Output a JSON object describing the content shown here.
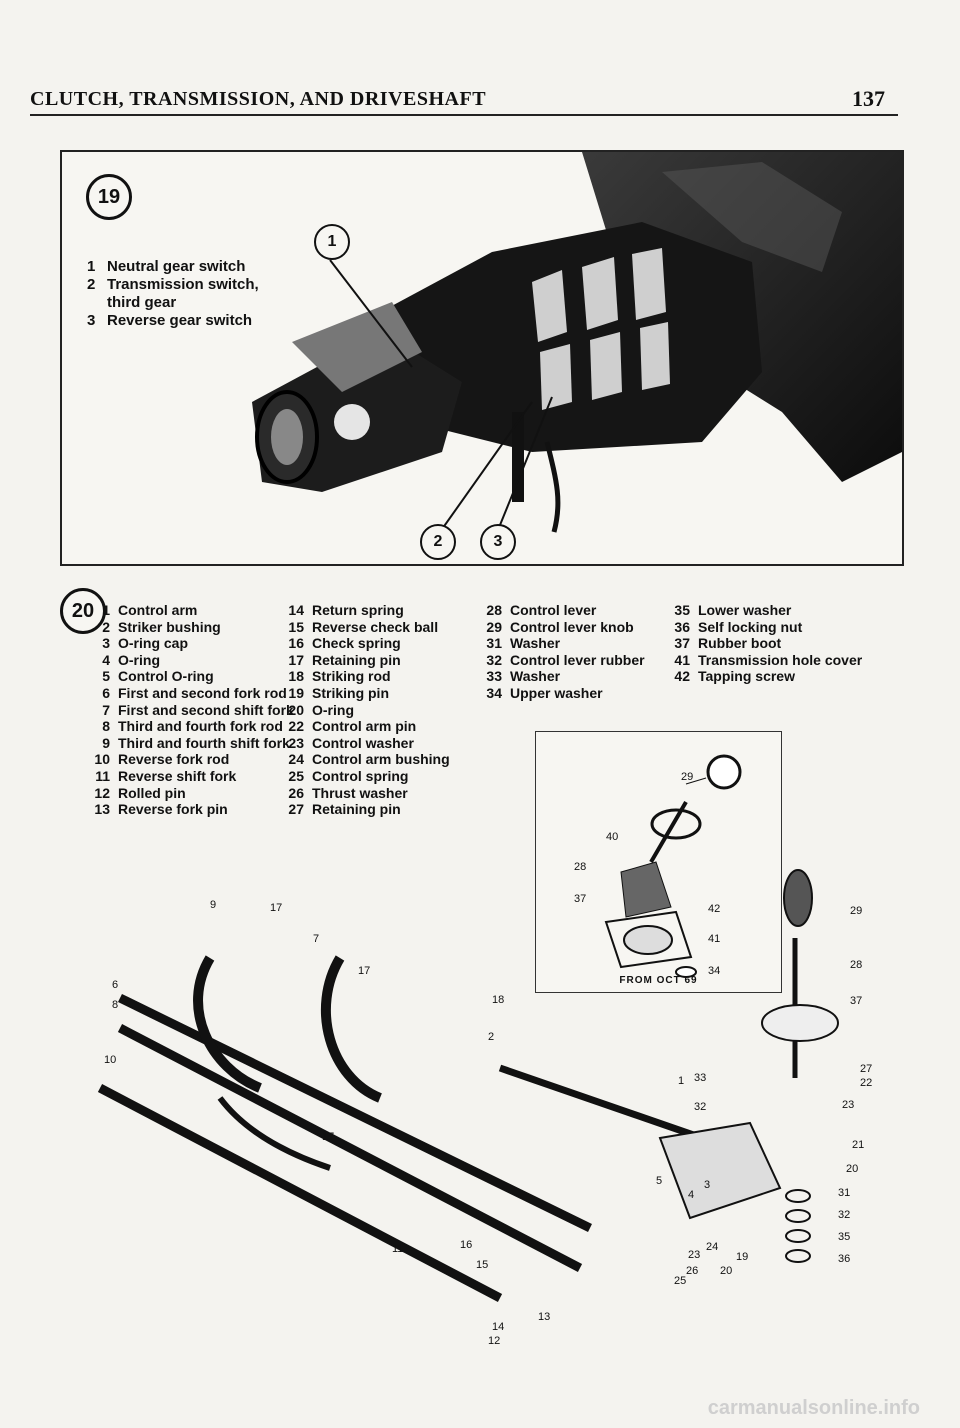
{
  "header": {
    "title": "CLUTCH, TRANSMISSION, AND DRIVESHAFT",
    "page_number": "137"
  },
  "figure19": {
    "badge": "19",
    "legend": [
      {
        "num": "1",
        "text": "Neutral gear switch"
      },
      {
        "num": "2",
        "text": "Transmission switch,"
      },
      {
        "num": "",
        "text": "third gear"
      },
      {
        "num": "3",
        "text": "Reverse gear switch"
      }
    ],
    "callouts": [
      "1",
      "2",
      "3"
    ]
  },
  "figure20": {
    "badge": "20",
    "legend_columns": [
      [
        {
          "num": "1",
          "text": "Control arm"
        },
        {
          "num": "2",
          "text": "Striker bushing"
        },
        {
          "num": "3",
          "text": "O-ring cap"
        },
        {
          "num": "4",
          "text": "O-ring"
        },
        {
          "num": "5",
          "text": "Control O-ring"
        },
        {
          "num": "6",
          "text": "First and second fork rod"
        },
        {
          "num": "7",
          "text": "First and second shift fork"
        },
        {
          "num": "8",
          "text": "Third and fourth fork rod"
        },
        {
          "num": "9",
          "text": "Third and fourth shift fork"
        },
        {
          "num": "10",
          "text": "Reverse fork rod"
        },
        {
          "num": "11",
          "text": "Reverse shift fork"
        },
        {
          "num": "12",
          "text": "Rolled pin"
        },
        {
          "num": "13",
          "text": "Reverse fork pin"
        }
      ],
      [
        {
          "num": "14",
          "text": "Return spring"
        },
        {
          "num": "15",
          "text": "Reverse check ball"
        },
        {
          "num": "16",
          "text": "Check spring"
        },
        {
          "num": "17",
          "text": "Retaining pin"
        },
        {
          "num": "18",
          "text": "Striking rod"
        },
        {
          "num": "19",
          "text": "Striking pin"
        },
        {
          "num": "20",
          "text": "O-ring"
        },
        {
          "num": "22",
          "text": "Control arm pin"
        },
        {
          "num": "23",
          "text": "Control washer"
        },
        {
          "num": "24",
          "text": "Control arm bushing"
        },
        {
          "num": "25",
          "text": "Control spring"
        },
        {
          "num": "26",
          "text": "Thrust washer"
        },
        {
          "num": "27",
          "text": "Retaining pin"
        }
      ],
      [
        {
          "num": "28",
          "text": "Control lever"
        },
        {
          "num": "29",
          "text": "Control lever knob"
        },
        {
          "num": "31",
          "text": "Washer"
        },
        {
          "num": "32",
          "text": "Control lever rubber"
        },
        {
          "num": "33",
          "text": "Washer"
        },
        {
          "num": "34",
          "text": "Upper washer"
        }
      ],
      [
        {
          "num": "35",
          "text": "Lower washer"
        },
        {
          "num": "36",
          "text": "Self locking nut"
        },
        {
          "num": "37",
          "text": "Rubber boot"
        },
        {
          "num": "41",
          "text": "Transmission hole cover"
        },
        {
          "num": "42",
          "text": "Tapping screw"
        }
      ]
    ],
    "inset_caption": "FROM OCT 69",
    "inset_labels": [
      "29",
      "40",
      "28",
      "37",
      "42",
      "41",
      "34"
    ],
    "diagram_labels": [
      "9",
      "17",
      "7",
      "17",
      "6",
      "8",
      "10",
      "18",
      "2",
      "1",
      "17",
      "11",
      "16",
      "15",
      "14",
      "13",
      "12",
      "33",
      "32",
      "5",
      "4",
      "3",
      "23",
      "24",
      "26",
      "25",
      "20",
      "19",
      "29",
      "28",
      "37",
      "27",
      "22",
      "23",
      "21",
      "20",
      "31",
      "32",
      "35",
      "36"
    ]
  },
  "watermark": "carmanualsonline.info"
}
